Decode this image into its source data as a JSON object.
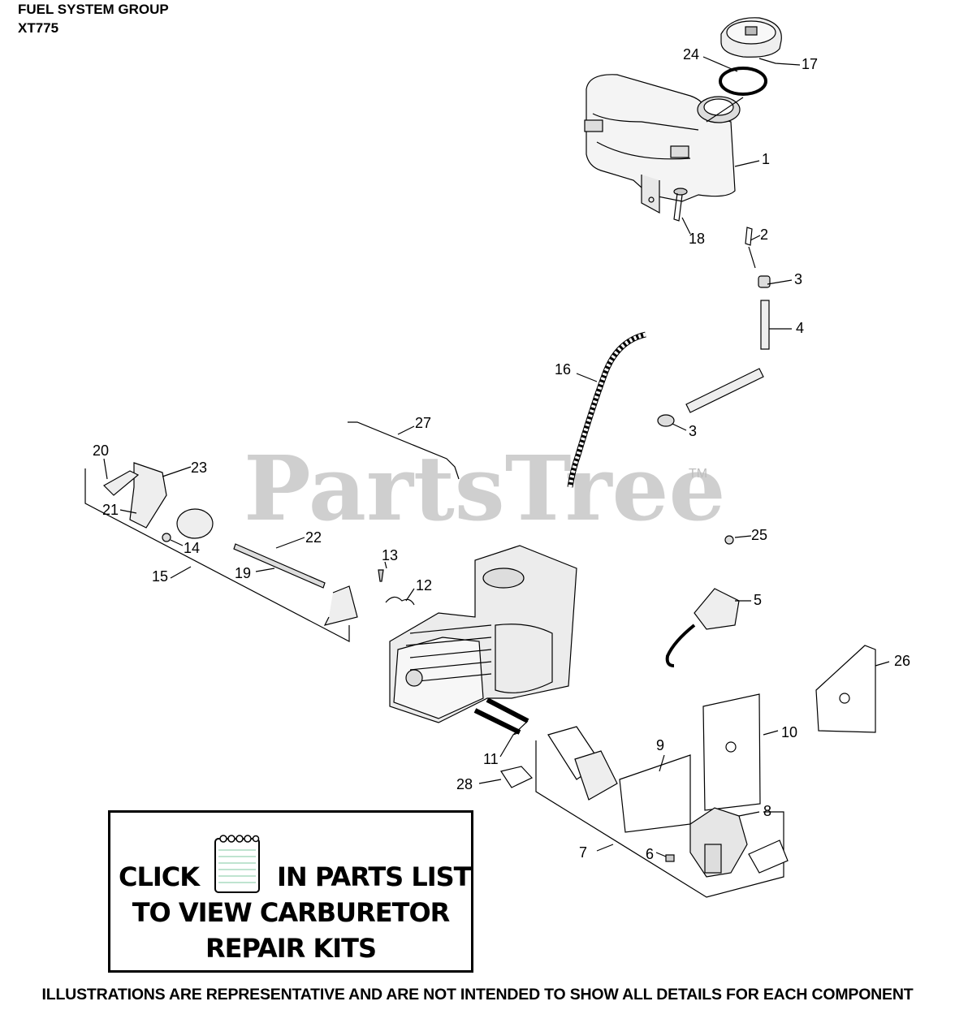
{
  "header": {
    "title": "FUEL SYSTEM GROUP",
    "model": "XT775"
  },
  "watermark": {
    "text": "PartsTree",
    "tm": "TM"
  },
  "callouts": [
    "1",
    "2",
    "3",
    "3",
    "4",
    "5",
    "6",
    "7",
    "8",
    "9",
    "10",
    "11",
    "12",
    "13",
    "14",
    "15",
    "16",
    "17",
    "18",
    "19",
    "20",
    "21",
    "22",
    "23",
    "24",
    "25",
    "26",
    "27",
    "28"
  ],
  "note": {
    "click": "CLICK",
    "in_parts_list": "IN PARTS LIST",
    "line2": "TO VIEW CARBURETOR",
    "line3": "REPAIR KITS",
    "icon": "notepad-icon"
  },
  "footer": "ILLUSTRATIONS ARE REPRESENTATIVE AND ARE NOT INTENDED TO SHOW ALL DETAILS FOR EACH COMPONENT"
}
